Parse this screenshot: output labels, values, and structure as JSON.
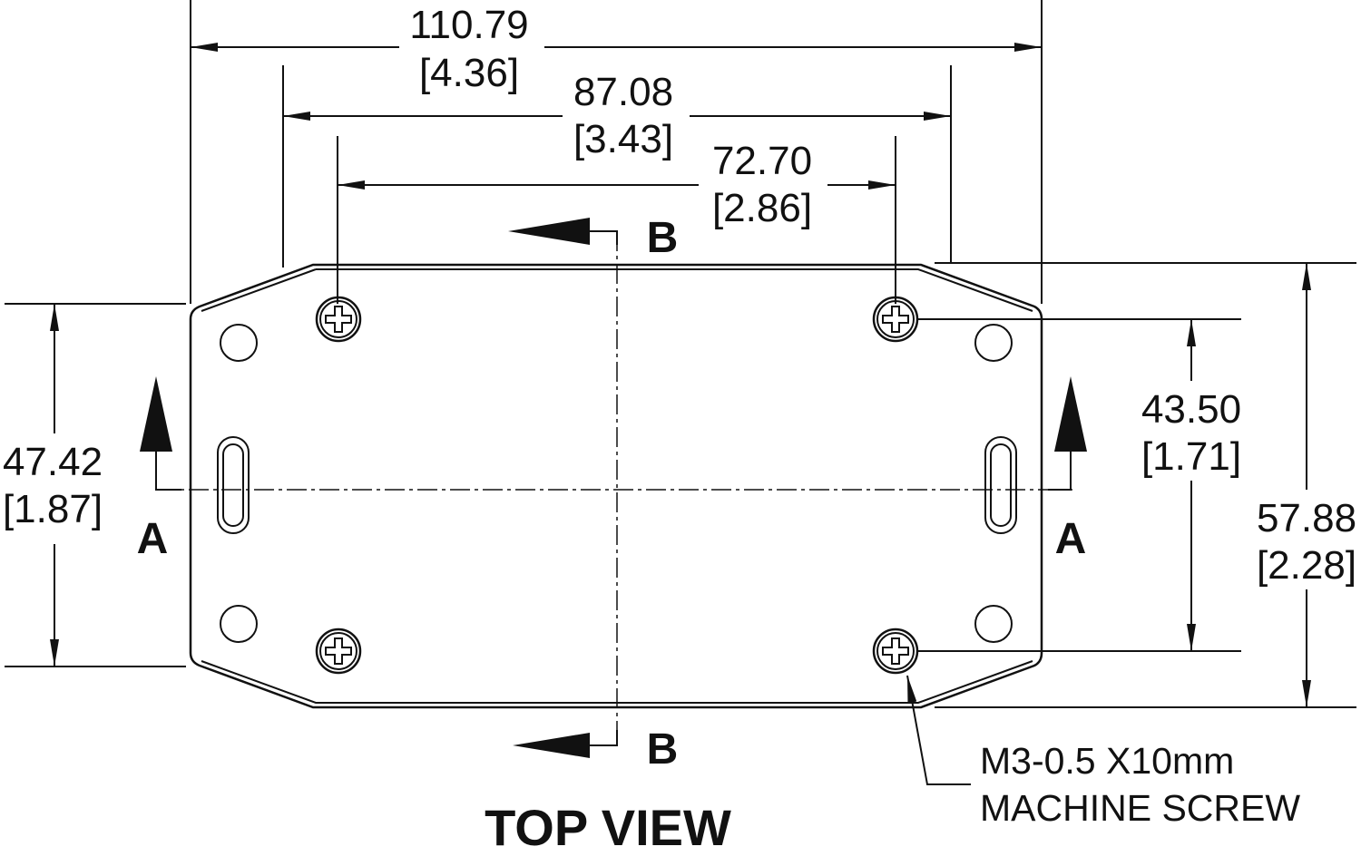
{
  "title": "TOP VIEW",
  "dimensions": {
    "overall_width": {
      "mm": "110.79",
      "in": "[4.36]"
    },
    "flange_width": {
      "mm": "87.08",
      "in": "[3.43]"
    },
    "screw_spacing_x": {
      "mm": "72.70",
      "in": "[2.86]"
    },
    "left_height": {
      "mm": "47.42",
      "in": "[1.87]"
    },
    "screw_spacing_y": {
      "mm": "43.50",
      "in": "[1.71]"
    },
    "overall_height": {
      "mm": "57.88",
      "in": "[2.28]"
    }
  },
  "sections": {
    "a": "A",
    "b": "B"
  },
  "callout": {
    "line1": "M3-0.5 X10mm",
    "line2": "MACHINE SCREW"
  }
}
